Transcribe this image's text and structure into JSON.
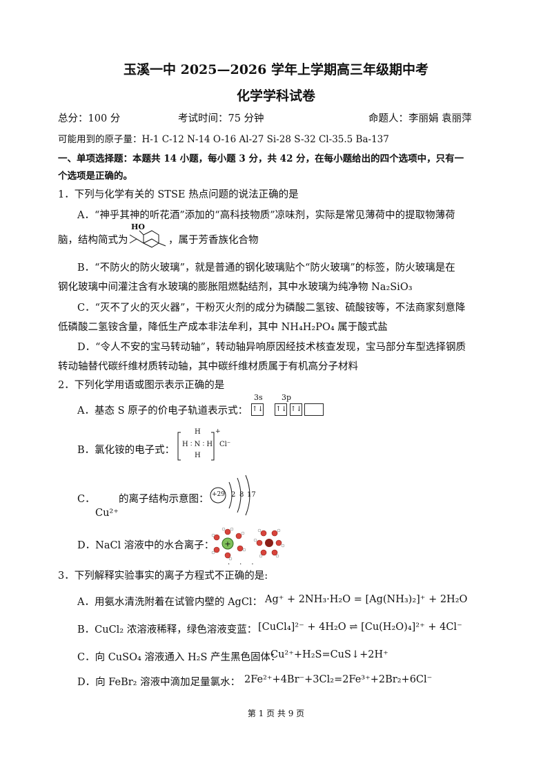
{
  "header": {
    "title1": "玉溪一中 2025—2026 学年上学期高三年级期中考",
    "title2": "化学学科试卷",
    "total": "总分：100 分",
    "time": "考试时间：75 分钟",
    "authors": "命题人：李丽娟  袁丽萍",
    "atomic_masses": "可能用到的原子量：H-1   C-12   N-14   O-16   Al-27   Si-28   S-32   Cl-35.5   Ba-137"
  },
  "section1": {
    "heading_line1": "一、单项选择题：本题共 14 小题，每小题 3 分，共 42 分，在每小题给出的四个选项中，只有一",
    "heading_line2": "个选项是正确的。"
  },
  "q1": {
    "stem": "1．下列与化学有关的 STSE 热点问题的说法正确的是",
    "a_line1": "A．“神乎其神的听花酒”添加的“高科技物质”凉味剂，实际是常见薄荷中的提取物薄荷",
    "a_line2_pre": "脑，结构简式为",
    "a_line2_post": "，属于芳香族化合物",
    "a_struct_label": "HO",
    "b_line1": "B．“不防火的防火玻璃”，就是普通的钢化玻璃贴个“防火玻璃”的标签，防火玻璃是在",
    "b_line2": "钢化玻璃中间灌注含有水玻璃的膨胀阻燃黏结剂，其中水玻璃为纯净物 Na₂SiO₃",
    "c_line1": "C．“灭不了火的灭火器”，干粉灭火剂的成分为磷酸二氢铵、硫酸铵等，不法商家刻意降",
    "c_line2": "低磷酸二氢铵含量，降低生产成本非法牟利，其中 NH₄H₂PO₄ 属于酸式盐",
    "d_line1": "D．“令人不安的宝马转动轴”，转动轴异响原因经技术核查发现，宝马部分车型选择钢质",
    "d_line2": "转动轴替代碳纤维材质转动轴，其中碳纤维材质属于有机高分子材料"
  },
  "q2": {
    "stem": "2．下列化学用语或图示表示正确的是",
    "a_text": "A．基态 S 原子的价电子轨道表示式：",
    "a_3s": "3s",
    "a_3p": "3p",
    "a_boxes": [
      "↑↓",
      "↑↓",
      "↑↓",
      ""
    ],
    "b_text": "B．氯化铵的电子式：",
    "b_formula": "H ∶ N ∶ H",
    "b_h": "H",
    "b_cl": "Cl⁻",
    "b_charge": "+",
    "c_text": "C．",
    "c_text2": "的离子结构示意图：",
    "c_ion": "Cu²⁺",
    "c_nucleus": "+29",
    "c_shells": [
      "2",
      "8",
      "17"
    ],
    "d_text": "D．NaCl 溶液中的水合离子："
  },
  "q3": {
    "stem": "3．下列解释实验事实的离子方程式不正确的是:",
    "a_text": "A．用氨水清洗附着在试管内壁的 AgCl：",
    "a_eq": "Ag⁺ + 2NH₃·H₂O = [Ag(NH₃)₂]⁺ + 2H₂O",
    "b_text": "B．CuCl₂ 浓溶液稀释，绿色溶液变蓝：",
    "b_eq": "[CuCl₄]²⁻ + 4H₂O ⇌ [Cu(H₂O)₄]²⁺ + 4Cl⁻",
    "c_text": "C．向 CuSO₄ 溶液通入 H₂S 产生黑色固体：",
    "c_eq": "Cu²⁺+H₂S=CuS↓+2H⁺",
    "d_text": "D．向 FeBr₂ 溶液中滴加足量氯水：",
    "d_eq": "2Fe²⁺+4Br⁻+3Cl₂=2Fe³⁺+2Br₂+6Cl⁻"
  },
  "footer": {
    "page": "第 1 页 共 9 页"
  }
}
